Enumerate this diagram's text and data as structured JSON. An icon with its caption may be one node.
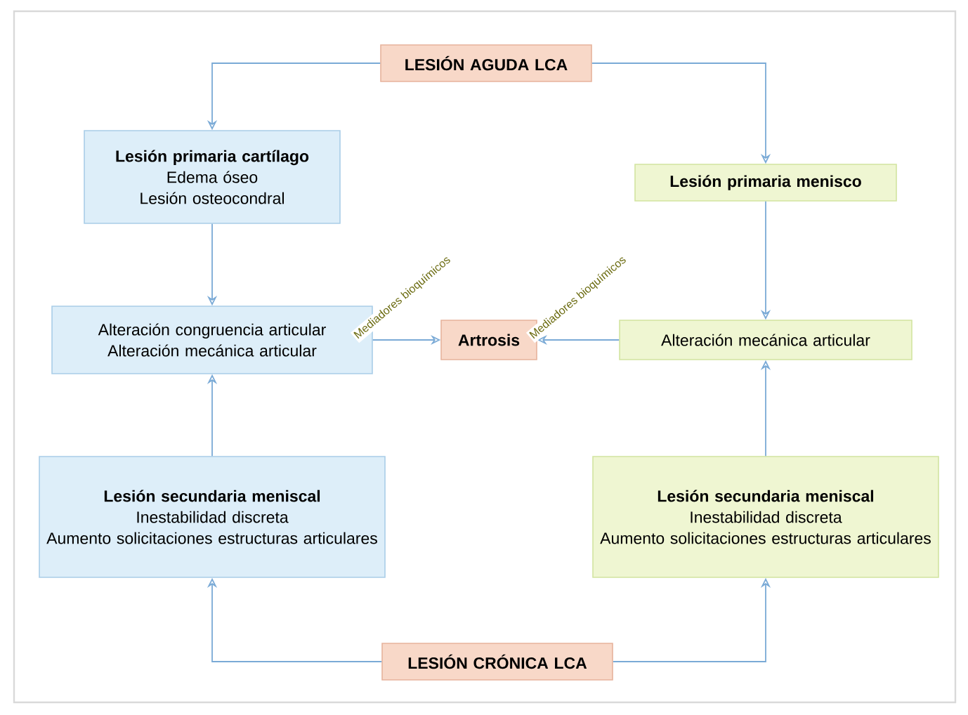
{
  "diagram": {
    "nodes": [
      {
        "text": [
          "LESIÓN AGUDA LCA"
        ]
      },
      {
        "text": [
          "Lesión primaria cartílago",
          "Edema óseo",
          "Lesión osteocondral"
        ]
      },
      {
        "text": [
          "Lesión primaria menisco"
        ]
      },
      {
        "text": [
          "Alteración congruencia articular",
          "Alteración mecánica articular"
        ]
      },
      {
        "text": [
          "Artrosis"
        ]
      },
      {
        "text": [
          "Alteración mecánica articular"
        ]
      },
      {
        "text": [
          "Lesión secundaria meniscal",
          "Inestabilidad discreta",
          "Aumento solicitaciones estructuras articulares"
        ]
      },
      {
        "text": [
          "Lesión secundaria meniscal",
          "Inestabilidad discreta",
          "Aumento solicitaciones estructuras articulares"
        ]
      },
      {
        "text": [
          "LESIÓN CRÓNICA LCA"
        ]
      }
    ],
    "edges": [
      {
        "from": 0,
        "to": 1,
        "arrow": "to"
      },
      {
        "from": 0,
        "to": 2,
        "arrow": "to"
      },
      {
        "from": 1,
        "to": 3,
        "arrow": "to"
      },
      {
        "from": 2,
        "to": 5,
        "arrow": "to"
      },
      {
        "from": 3,
        "to": 4,
        "arrow": "to",
        "label": "Mediadores bioquímicos"
      },
      {
        "from": 5,
        "to": 4,
        "arrow": "to",
        "label": "Mediadores bioquímicos"
      },
      {
        "from": 6,
        "to": 3,
        "arrow": "to"
      },
      {
        "from": 7,
        "to": 5,
        "arrow": "to"
      },
      {
        "from": 8,
        "to": 6,
        "arrow": "to"
      },
      {
        "from": 8,
        "to": 7,
        "arrow": "to"
      }
    ]
  }
}
